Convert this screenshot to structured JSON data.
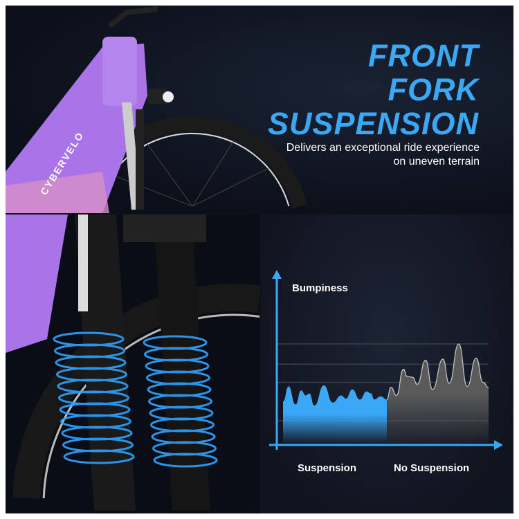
{
  "headline": {
    "line1": "FRONT",
    "line2": "FORK",
    "line3": "SUSPENSION"
  },
  "subtitle": {
    "line1": "Delivers an exceptional ride experience",
    "line2": "on uneven terrain"
  },
  "brand_logo": "CYBERVELO",
  "colors": {
    "accent": "#3aa8f5",
    "frame_purple": "#a874e8",
    "background": "#0d121d",
    "no_suspension_fill": "#5a5a5a"
  },
  "chart_data": {
    "type": "area",
    "title": "",
    "ylabel": "Bumpiness",
    "xlabel": "",
    "categories": [
      "Suspension",
      "No Suspension"
    ],
    "ylim": [
      0,
      10
    ],
    "xlim": [
      0,
      100
    ],
    "grid": true,
    "gridlines": [
      2.4,
      6.2,
      8.0,
      10
    ],
    "series": [
      {
        "name": "Suspension",
        "color": "#3aa8f5",
        "x": [
          0,
          2.7,
          6.1,
          8.8,
          11.1,
          12.8,
          15.2,
          19.9,
          24.2,
          28.3,
          30.6,
          33.7,
          37.4,
          40.7,
          42.8,
          44.4,
          47.5,
          50.5
        ],
        "y": [
          4.3,
          5.8,
          4.0,
          5.4,
          4.9,
          5.1,
          3.9,
          5.9,
          4.2,
          4.9,
          4.6,
          5.5,
          4.5,
          5.3,
          5.1,
          4.5,
          4.8,
          4.5
        ]
      },
      {
        "name": "No Suspension",
        "color": "#5a5a5a",
        "x": [
          50.5,
          52.5,
          55.2,
          58.6,
          60.3,
          63.0,
          65.3,
          69.4,
          72.7,
          77.8,
          80.8,
          85.5,
          89.6,
          94.0,
          97.3,
          100
        ],
        "y": [
          4.5,
          5.7,
          4.9,
          7.5,
          6.8,
          6.7,
          6.0,
          8.4,
          5.5,
          8.5,
          6.1,
          10,
          5.8,
          8.6,
          6.2,
          5.7
        ]
      }
    ]
  }
}
